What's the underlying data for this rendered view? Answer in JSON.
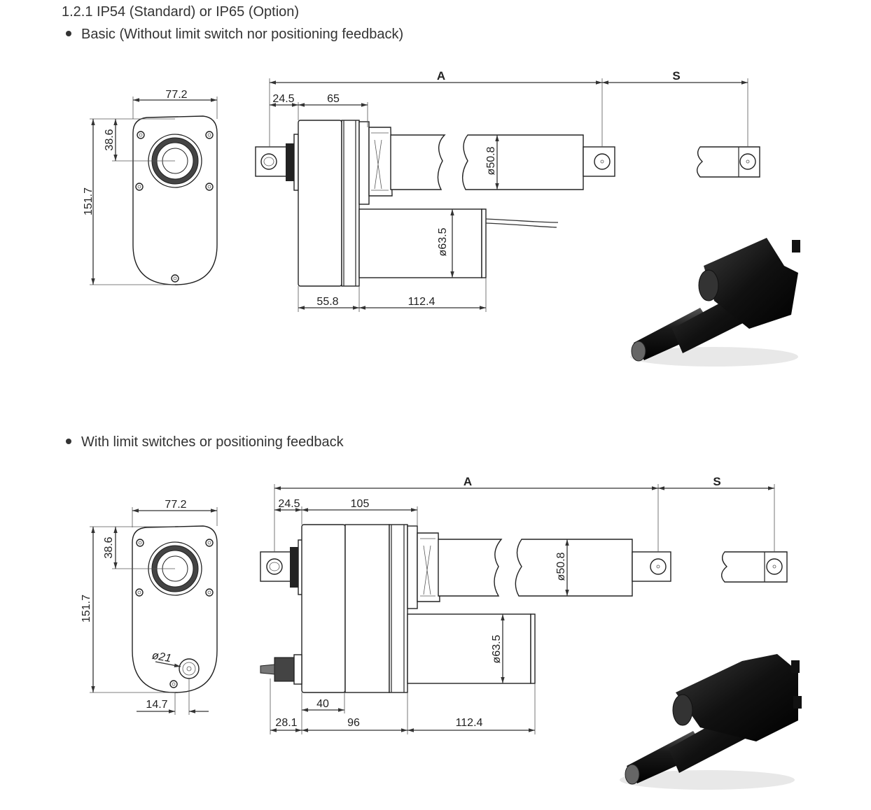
{
  "section": {
    "heading": "1.2.1  IP54 (Standard) or IP65 (Option)"
  },
  "variant_basic": {
    "label": "Basic (Without limit switch nor positioning feedback)",
    "end_view": {
      "width": "77.2",
      "height": "151.7",
      "offset": "38.6"
    },
    "side_view": {
      "A": "A",
      "S": "S",
      "d_front": "24.5",
      "d_body": "65",
      "rod_dia": "ø50.8",
      "motor_dia": "ø63.5",
      "d_gear": "55.8",
      "d_motor": "112.4"
    }
  },
  "variant_feedback": {
    "label": "With limit switches or positioning feedback",
    "end_view": {
      "width": "77.2",
      "height": "151.7",
      "offset": "38.6",
      "hole_dia": "ø21",
      "hole_offset": "14.7"
    },
    "side_view": {
      "A": "A",
      "S": "S",
      "d_front": "24.5",
      "d_body": "105",
      "rod_dia": "ø50.8",
      "motor_dia": "ø63.5",
      "d_gland": "40",
      "d_front_b": "28.1",
      "d_gear": "96",
      "d_motor": "112.4"
    }
  }
}
